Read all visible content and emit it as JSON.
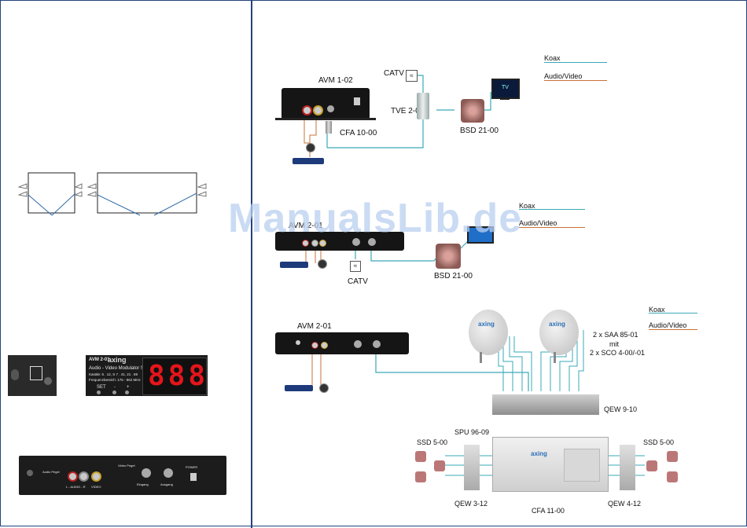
{
  "legend": {
    "koax": "Koax",
    "audio_video": "Audio/Video"
  },
  "colors": {
    "koax": "#3aa9b8",
    "audio_video": "#c8713a",
    "frame": "#23437a",
    "segment": "#e4151b"
  },
  "watermark": "ManualsLib.de",
  "diagram1": {
    "device": "AVM 1-02",
    "catv": "CATV",
    "splitter": "TVE 2-01",
    "cable": "CFA 10-00",
    "socket": "BSD 21-00",
    "tv": "TV"
  },
  "diagram2": {
    "device": "AVM 2-01",
    "catv": "CATV",
    "socket": "BSD 21-00"
  },
  "diagram3": {
    "device": "AVM 2-01",
    "dish1_brand": "axing",
    "dish2_brand": "axing",
    "sat_note_1": "2 x SAA 85-01",
    "sat_note_2": "mit",
    "sat_note_3": "2 x SCO 4-00/-01",
    "qew_top": "QEW 9-10",
    "spu": "SPU 96-09",
    "ssd_left": "SSD 5-00",
    "ssd_right": "SSD 5-00",
    "qew_left": "QEW 3-12",
    "qew_right": "QEW 4-12",
    "cfa": "CFA 11-00",
    "switch_brand": "axing"
  },
  "front_panel": {
    "model": "AVM 2-01",
    "brand": "axing",
    "title": "Audio - Video Modulator Stereo",
    "row1": "Kanäle:   5 . 12, S 7 . 41, 21 . 69",
    "row2": "Frequenzbereich:   175 - 862 MHz",
    "btn_set": "SET",
    "btn_minus": "-",
    "btn_plus": "+",
    "display": "888"
  },
  "rear_panel": {
    "audio_lr": "L - AUDIO - R",
    "video": "VIDEO",
    "level_audio": "Audio Pegel",
    "level_video": "Video Pegel",
    "rf_in": "Eingang",
    "rf_out": "Ausgang",
    "power": "POWER"
  }
}
